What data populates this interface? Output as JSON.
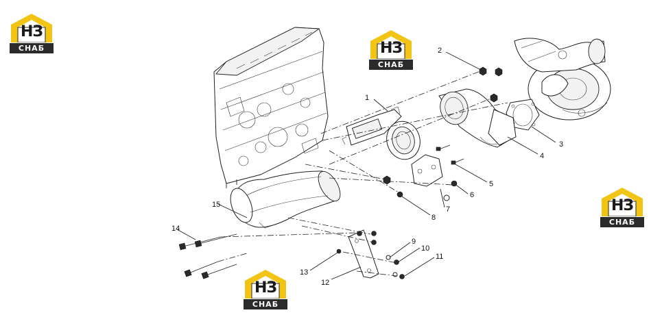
{
  "logo": {
    "mark": "НЗ",
    "band": "СНАБ"
  },
  "callouts": [
    "1",
    "2",
    "3",
    "4",
    "5",
    "6",
    "7",
    "8",
    "9",
    "10",
    "11",
    "12",
    "13",
    "14",
    "15"
  ],
  "colors": {
    "logo_yellow": "#f2c416",
    "logo_dark": "#2b2b2b",
    "line": "#222222"
  }
}
